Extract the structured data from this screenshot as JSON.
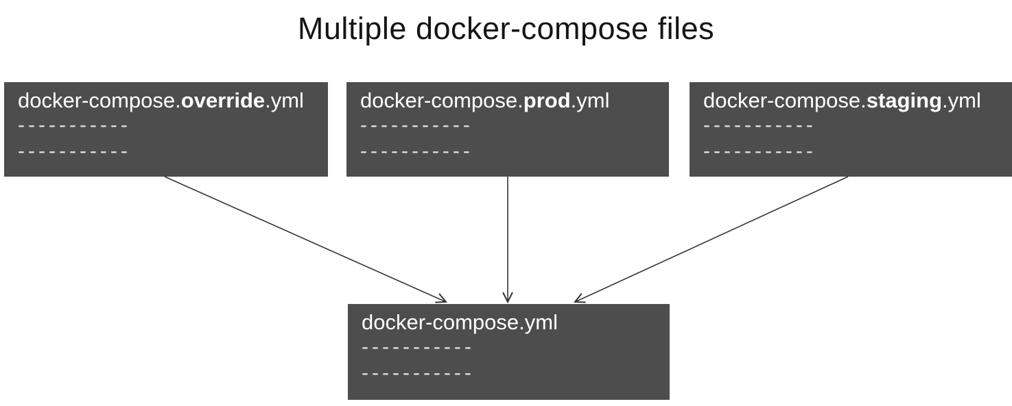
{
  "title": "Multiple docker-compose files",
  "colors": {
    "background": "#ffffff",
    "box_background": "#4d4d4d",
    "box_text": "#ffffff",
    "dash_text": "#e0e0e0",
    "arrow": "#333333",
    "title_text": "#151515"
  },
  "nodes": [
    {
      "id": "override",
      "prefix": "docker-compose.",
      "emphasis": "override",
      "suffix": ".yml",
      "lines": [
        "-----------",
        "-----------"
      ]
    },
    {
      "id": "prod",
      "prefix": "docker-compose.",
      "emphasis": "prod",
      "suffix": ".yml",
      "lines": [
        "-----------",
        "-----------"
      ]
    },
    {
      "id": "staging",
      "prefix": "docker-compose.",
      "emphasis": "staging",
      "suffix": ".yml",
      "lines": [
        "-----------",
        "-----------"
      ]
    },
    {
      "id": "base",
      "prefix": "docker-compose.yml",
      "emphasis": "",
      "suffix": "",
      "lines": [
        "-----------",
        "-----------"
      ]
    }
  ],
  "edges": [
    {
      "from": "docker-compose.override.yml",
      "to": "docker-compose.yml"
    },
    {
      "from": "docker-compose.prod.yml",
      "to": "docker-compose.yml"
    },
    {
      "from": "docker-compose.staging.yml",
      "to": "docker-compose.yml"
    }
  ]
}
